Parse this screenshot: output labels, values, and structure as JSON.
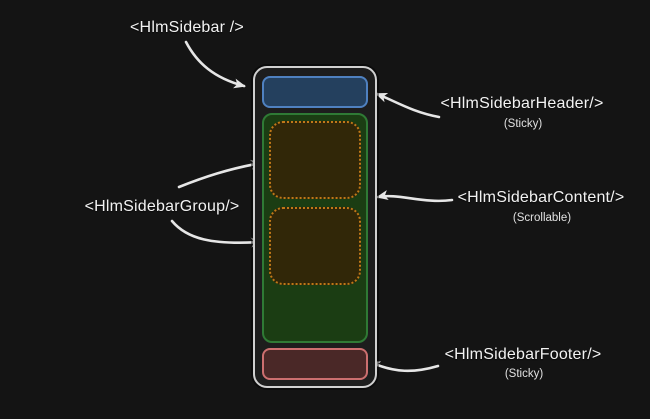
{
  "labels": {
    "sidebar": {
      "text": "<HlmSidebar />"
    },
    "header": {
      "text": "<HlmSidebarHeader/>",
      "sub": "(Sticky)"
    },
    "group": {
      "text": "<HlmSidebarGroup/>"
    },
    "content": {
      "text": "<HlmSidebarContent/>",
      "sub": "(Scrollable)"
    },
    "footer": {
      "text": "<HlmSidebarFooter/>",
      "sub": "(Sticky)"
    }
  },
  "colors": {
    "page_bg": "#141414",
    "container_bg": "#1d1d1d",
    "container_border": "#d0d0d0",
    "header_fill": "#24405e",
    "header_border": "#4f81c0",
    "content_fill": "#1b3d13",
    "content_border": "#2f7a35",
    "group_fill": "#312708",
    "group_border": "#c07818",
    "footer_fill": "#4a2827",
    "footer_border": "#cc6f6f",
    "arrow": "#e6e6e6",
    "text": "#f2f2f2",
    "subtext": "#e0e0e0"
  }
}
